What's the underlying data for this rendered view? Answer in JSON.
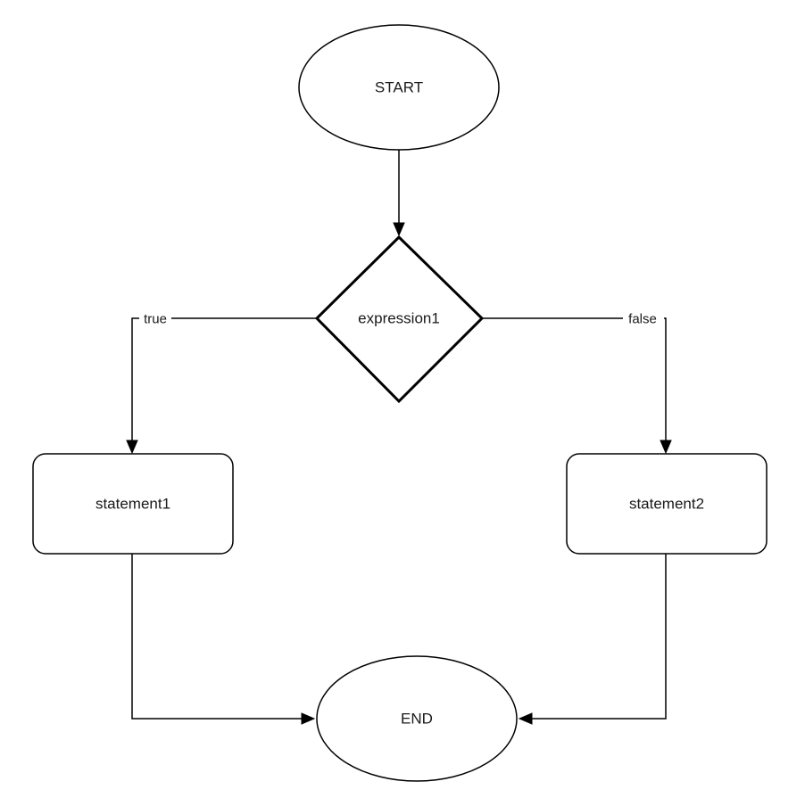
{
  "diagram": {
    "nodes": {
      "start": {
        "label": "START",
        "shape": "ellipse"
      },
      "decision": {
        "label": "expression1",
        "shape": "diamond"
      },
      "statement_true": {
        "label": "statement1",
        "shape": "rounded-rectangle"
      },
      "statement_false": {
        "label": "statement2",
        "shape": "rounded-rectangle"
      },
      "end": {
        "label": "END",
        "shape": "ellipse"
      }
    },
    "edges": {
      "start_to_decision": {
        "from": "start",
        "to": "decision",
        "label": ""
      },
      "decision_true": {
        "from": "decision",
        "to": "statement_true",
        "label": "true"
      },
      "decision_false": {
        "from": "decision",
        "to": "statement_false",
        "label": "false"
      },
      "statement1_to_end": {
        "from": "statement_true",
        "to": "end",
        "label": ""
      },
      "statement2_to_end": {
        "from": "statement_false",
        "to": "end",
        "label": ""
      }
    },
    "colors": {
      "stroke": "#000000",
      "fill": "#ffffff",
      "text": "#1a1a1a"
    }
  }
}
